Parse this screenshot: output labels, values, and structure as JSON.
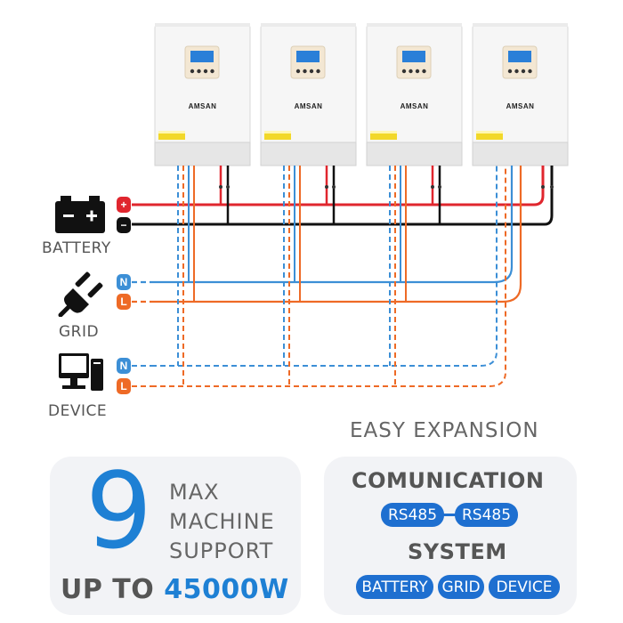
{
  "inverters": [
    {
      "brand": "AMSAN"
    },
    {
      "brand": "AMSAN"
    },
    {
      "brand": "AMSAN"
    },
    {
      "brand": "AMSAN"
    }
  ],
  "sources": {
    "battery": {
      "label": "BATTERY",
      "terminals": [
        "+",
        "−"
      ],
      "icon": "battery-icon"
    },
    "grid": {
      "label": "GRID",
      "terminals": [
        "N",
        "L"
      ],
      "icon": "plug-icon"
    },
    "device": {
      "label": "DEVICE",
      "terminals": [
        "N",
        "L"
      ],
      "icon": "computer-icon"
    }
  },
  "colors": {
    "positive": "#e0262e",
    "negative": "#111111",
    "neutral": "#3c8fd6",
    "line": "#ee6a26",
    "accent": "#1e80d4",
    "pill": "#1e6fd0"
  },
  "expansion": {
    "heading": "EASY EXPANSION"
  },
  "capacity": {
    "number": "9",
    "line1": "MAX",
    "line2": "MACHINE",
    "line3": "SUPPORT",
    "up_to": "UP TO",
    "power": "45000W"
  },
  "communication": {
    "title": "COMUNICATION",
    "pills": [
      "RS485",
      "RS485"
    ]
  },
  "system": {
    "title": "SYSTEM",
    "pills": [
      "BATTERY",
      "GRID",
      "DEVICE"
    ]
  }
}
